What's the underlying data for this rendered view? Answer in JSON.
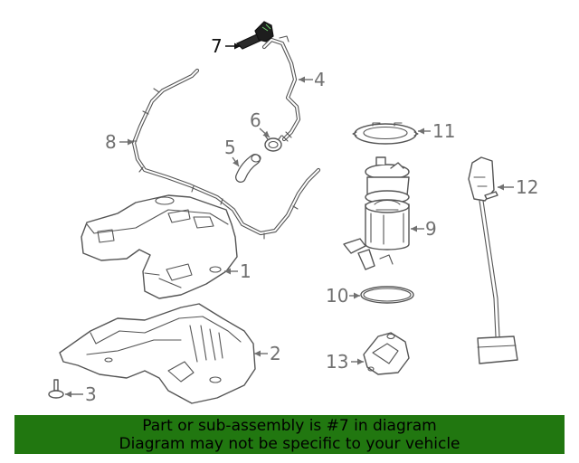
{
  "callouts": [
    "7",
    "4",
    "6",
    "11",
    "8",
    "5",
    "12",
    "9",
    "1",
    "10",
    "2",
    "13",
    "3"
  ],
  "highlighted_callout": "7",
  "colors": {
    "banner": "#217710",
    "highlight": "#111111",
    "parts": "#707070"
  },
  "banner": {
    "line1": "Part or sub-assembly is #7 in diagram",
    "line2": "Diagram may not be specific to your vehicle"
  }
}
